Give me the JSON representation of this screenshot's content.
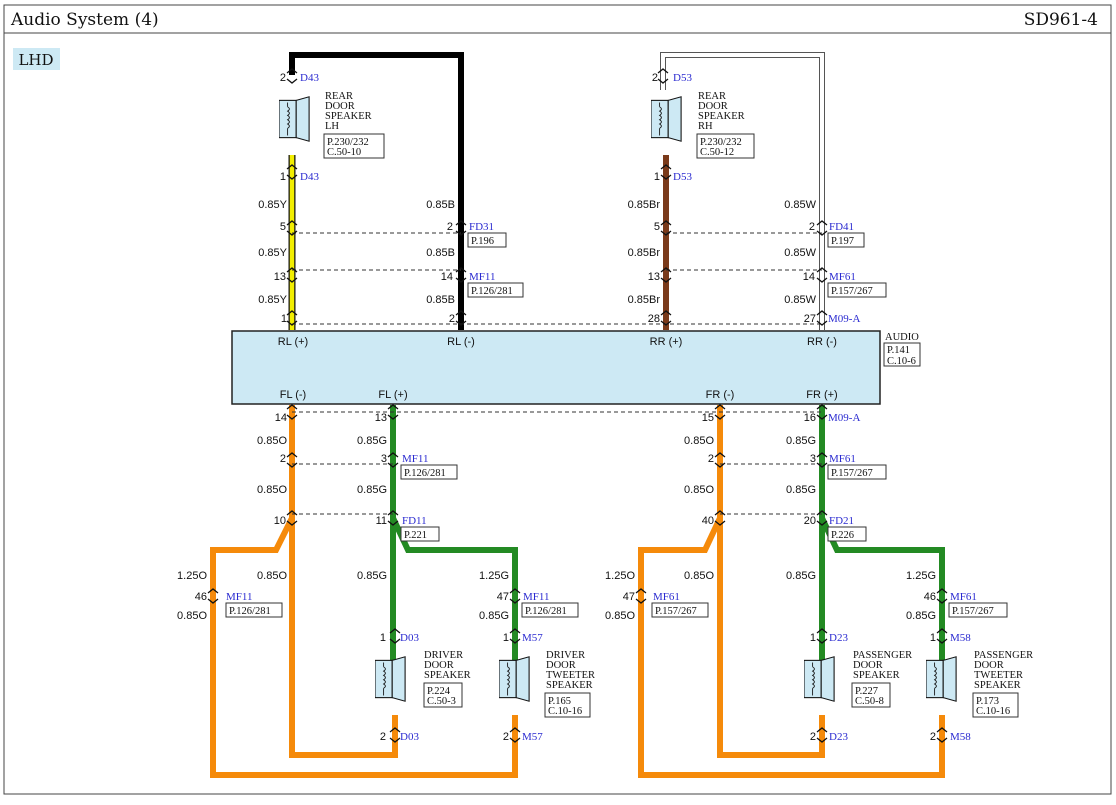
{
  "header": {
    "title": "Audio System (4)",
    "code": "SD961-4"
  },
  "variant": "LHD",
  "colors": {
    "black": "#000000",
    "yellow": "#f2ee00",
    "brown": "#7a3a1a",
    "white": "#ffffff",
    "orange": "#f58a0a",
    "green": "#238a23",
    "unit_fill": "#cde9f4",
    "speaker_fill": "#cde9f4"
  },
  "audio_unit": {
    "label": "AUDIO",
    "ref_page": "P.141",
    "ref_conn": "C.10-6",
    "connector_top": "M09-A",
    "connector_bottom": "M09-A",
    "top_terminals": [
      "RL (+)",
      "RL (-)",
      "RR (+)",
      "RR (-)"
    ],
    "bottom_terminals": [
      "FL (-)",
      "FL (+)",
      "FR (-)",
      "FR (+)"
    ],
    "top_pins": [
      "1",
      "2",
      "28",
      "27"
    ],
    "bottom_pins": [
      "14",
      "13",
      "15",
      "16"
    ]
  },
  "speakers": {
    "rear_lh": {
      "lines": [
        "REAR",
        "DOOR",
        "SPEAKER",
        "LH"
      ],
      "ref_page": "P.230/232",
      "ref_conn": "C.50-10",
      "conn": "D43",
      "pins": [
        "2",
        "1"
      ]
    },
    "rear_rh": {
      "lines": [
        "REAR",
        "DOOR",
        "SPEAKER",
        "RH"
      ],
      "ref_page": "P.230/232",
      "ref_conn": "C.50-12",
      "conn": "D53",
      "pins": [
        "2",
        "1"
      ]
    },
    "driver": {
      "lines": [
        "DRIVER",
        "DOOR",
        "SPEAKER"
      ],
      "ref_page": "P.224",
      "ref_conn": "C.50-3",
      "conn": "D03",
      "pins": [
        "1",
        "2"
      ]
    },
    "driver_tweeter": {
      "lines": [
        "DRIVER",
        "DOOR",
        "TWEETER",
        "SPEAKER"
      ],
      "ref_page": "P.165",
      "ref_conn": "C.10-16",
      "conn": "M57",
      "pins": [
        "1",
        "2"
      ]
    },
    "passenger": {
      "lines": [
        "PASSENGER",
        "DOOR",
        "SPEAKER"
      ],
      "ref_page": "P.227",
      "ref_conn": "C.50-8",
      "conn": "D23",
      "pins": [
        "1",
        "2"
      ]
    },
    "passenger_tweeter": {
      "lines": [
        "PASSENGER",
        "DOOR",
        "TWEETER",
        "SPEAKER"
      ],
      "ref_page": "P.173",
      "ref_conn": "C.10-16",
      "conn": "M58",
      "pins": [
        "1",
        "2"
      ]
    }
  },
  "connectors": {
    "fd31": {
      "name": "FD31",
      "ref": "P.196",
      "pin_l": "5",
      "pin_r": "2"
    },
    "mf11_top": {
      "name": "MF11",
      "ref": "P.126/281",
      "pin_l": "13",
      "pin_r": "14"
    },
    "fd41": {
      "name": "FD41",
      "ref": "P.197",
      "pin_l": "5",
      "pin_r": "2"
    },
    "mf61_top": {
      "name": "MF61",
      "ref": "P.157/267",
      "pin_l": "13",
      "pin_r": "14"
    },
    "mf11_mid": {
      "name": "MF11",
      "ref": "P.126/281",
      "pin_l": "2",
      "pin_r": "3"
    },
    "fd11": {
      "name": "FD11",
      "ref": "P.221",
      "pin_l": "10",
      "pin_r": "11"
    },
    "mf61_mid": {
      "name": "MF61",
      "ref": "P.157/267",
      "pin_l": "2",
      "pin_r": "3"
    },
    "fd21": {
      "name": "FD21",
      "ref": "P.226",
      "pin_l": "40",
      "pin_r": "20"
    },
    "mf11_low_l": {
      "name": "MF11",
      "ref": "P.126/281",
      "pin": "46"
    },
    "mf11_low_r": {
      "name": "MF11",
      "ref": "P.126/281",
      "pin": "47"
    },
    "mf61_low_l": {
      "name": "MF61",
      "ref": "P.157/267",
      "pin": "47"
    },
    "mf61_low_r": {
      "name": "MF61",
      "ref": "P.157/267",
      "pin": "46"
    }
  },
  "wires": {
    "yellow": "0.85Y",
    "black": "0.85B",
    "brown": "0.85Br",
    "white": "0.85W",
    "orange": "0.85O",
    "orange_thick": "1.25O",
    "green": "0.85G",
    "green_thick": "1.25G"
  }
}
